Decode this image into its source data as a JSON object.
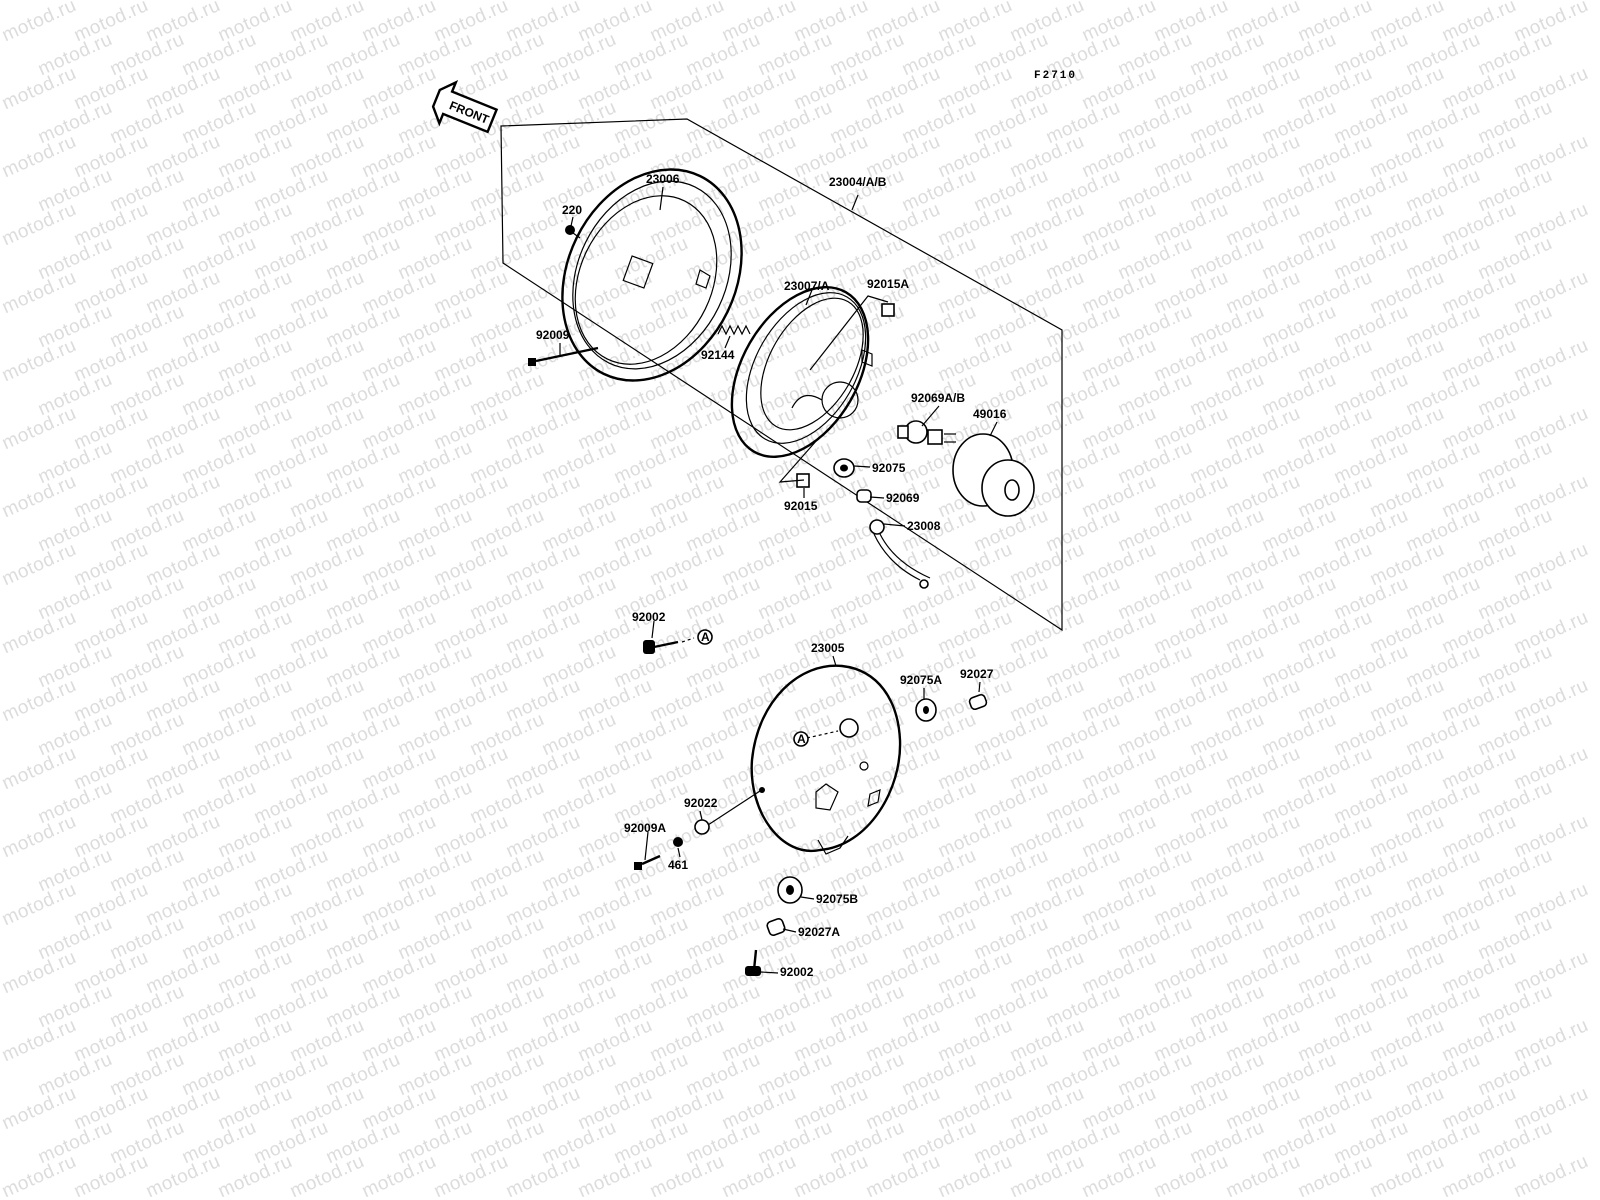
{
  "figure_code": "F2710",
  "front_label": "FRONT",
  "watermark_text": "motod.ru",
  "reference_marker": "A",
  "parts": {
    "p23004": "23004/A/B",
    "p23006": "23006",
    "p220": "220",
    "p92009": "92009",
    "p92144": "92144",
    "p23007": "23007/A",
    "p92015A": "92015A",
    "p92069AB": "92069A/B",
    "p49016": "49016",
    "p92075": "92075",
    "p92015": "92015",
    "p92069": "92069",
    "p23008": "23008",
    "p92002_top": "92002",
    "p23005": "23005",
    "p92075A": "92075A",
    "p92027": "92027",
    "p92022": "92022",
    "p92009A": "92009A",
    "p461": "461",
    "p92075B": "92075B",
    "p92027A": "92027A",
    "p92002_bottom": "92002"
  }
}
